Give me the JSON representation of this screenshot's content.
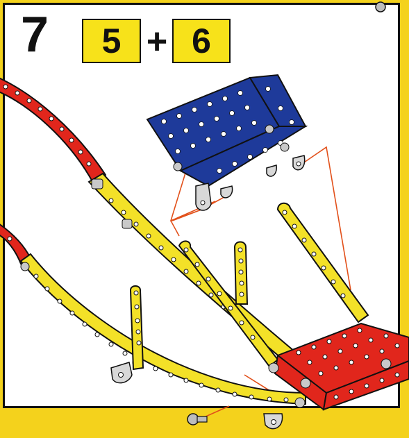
{
  "step": {
    "number": "7",
    "parts": [
      "5",
      "6"
    ],
    "operator": "+"
  },
  "colors": {
    "background_yellow": "#f4d21c",
    "strip_yellow": "#f3e128",
    "strip_red": "#e1261c",
    "plate_blue": "#1e3a9a",
    "plate_red": "#e1261c",
    "guide_line": "#e2501a",
    "outline": "#111111"
  },
  "icons": [
    "bolt-icon",
    "nut-icon"
  ]
}
